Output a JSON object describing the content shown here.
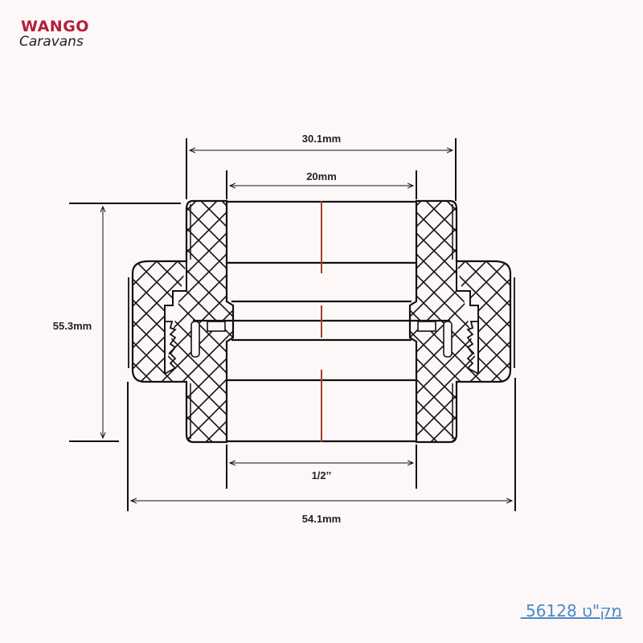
{
  "logo": {
    "line1": "WANGO",
    "line2": "Caravans",
    "brand_color": "#b1203a"
  },
  "dimensions": {
    "top_outer": "30.1mm",
    "top_inner": "20mm",
    "height": "55.3mm",
    "thread": "1/2’’",
    "overall_width": "54.1mm"
  },
  "sku": {
    "text": " 56128 מק\"ט"
  },
  "colors": {
    "line": "#111111",
    "centerline": "#a0402a",
    "background": "#fdf7f7",
    "sku": "#4b8ac8"
  }
}
